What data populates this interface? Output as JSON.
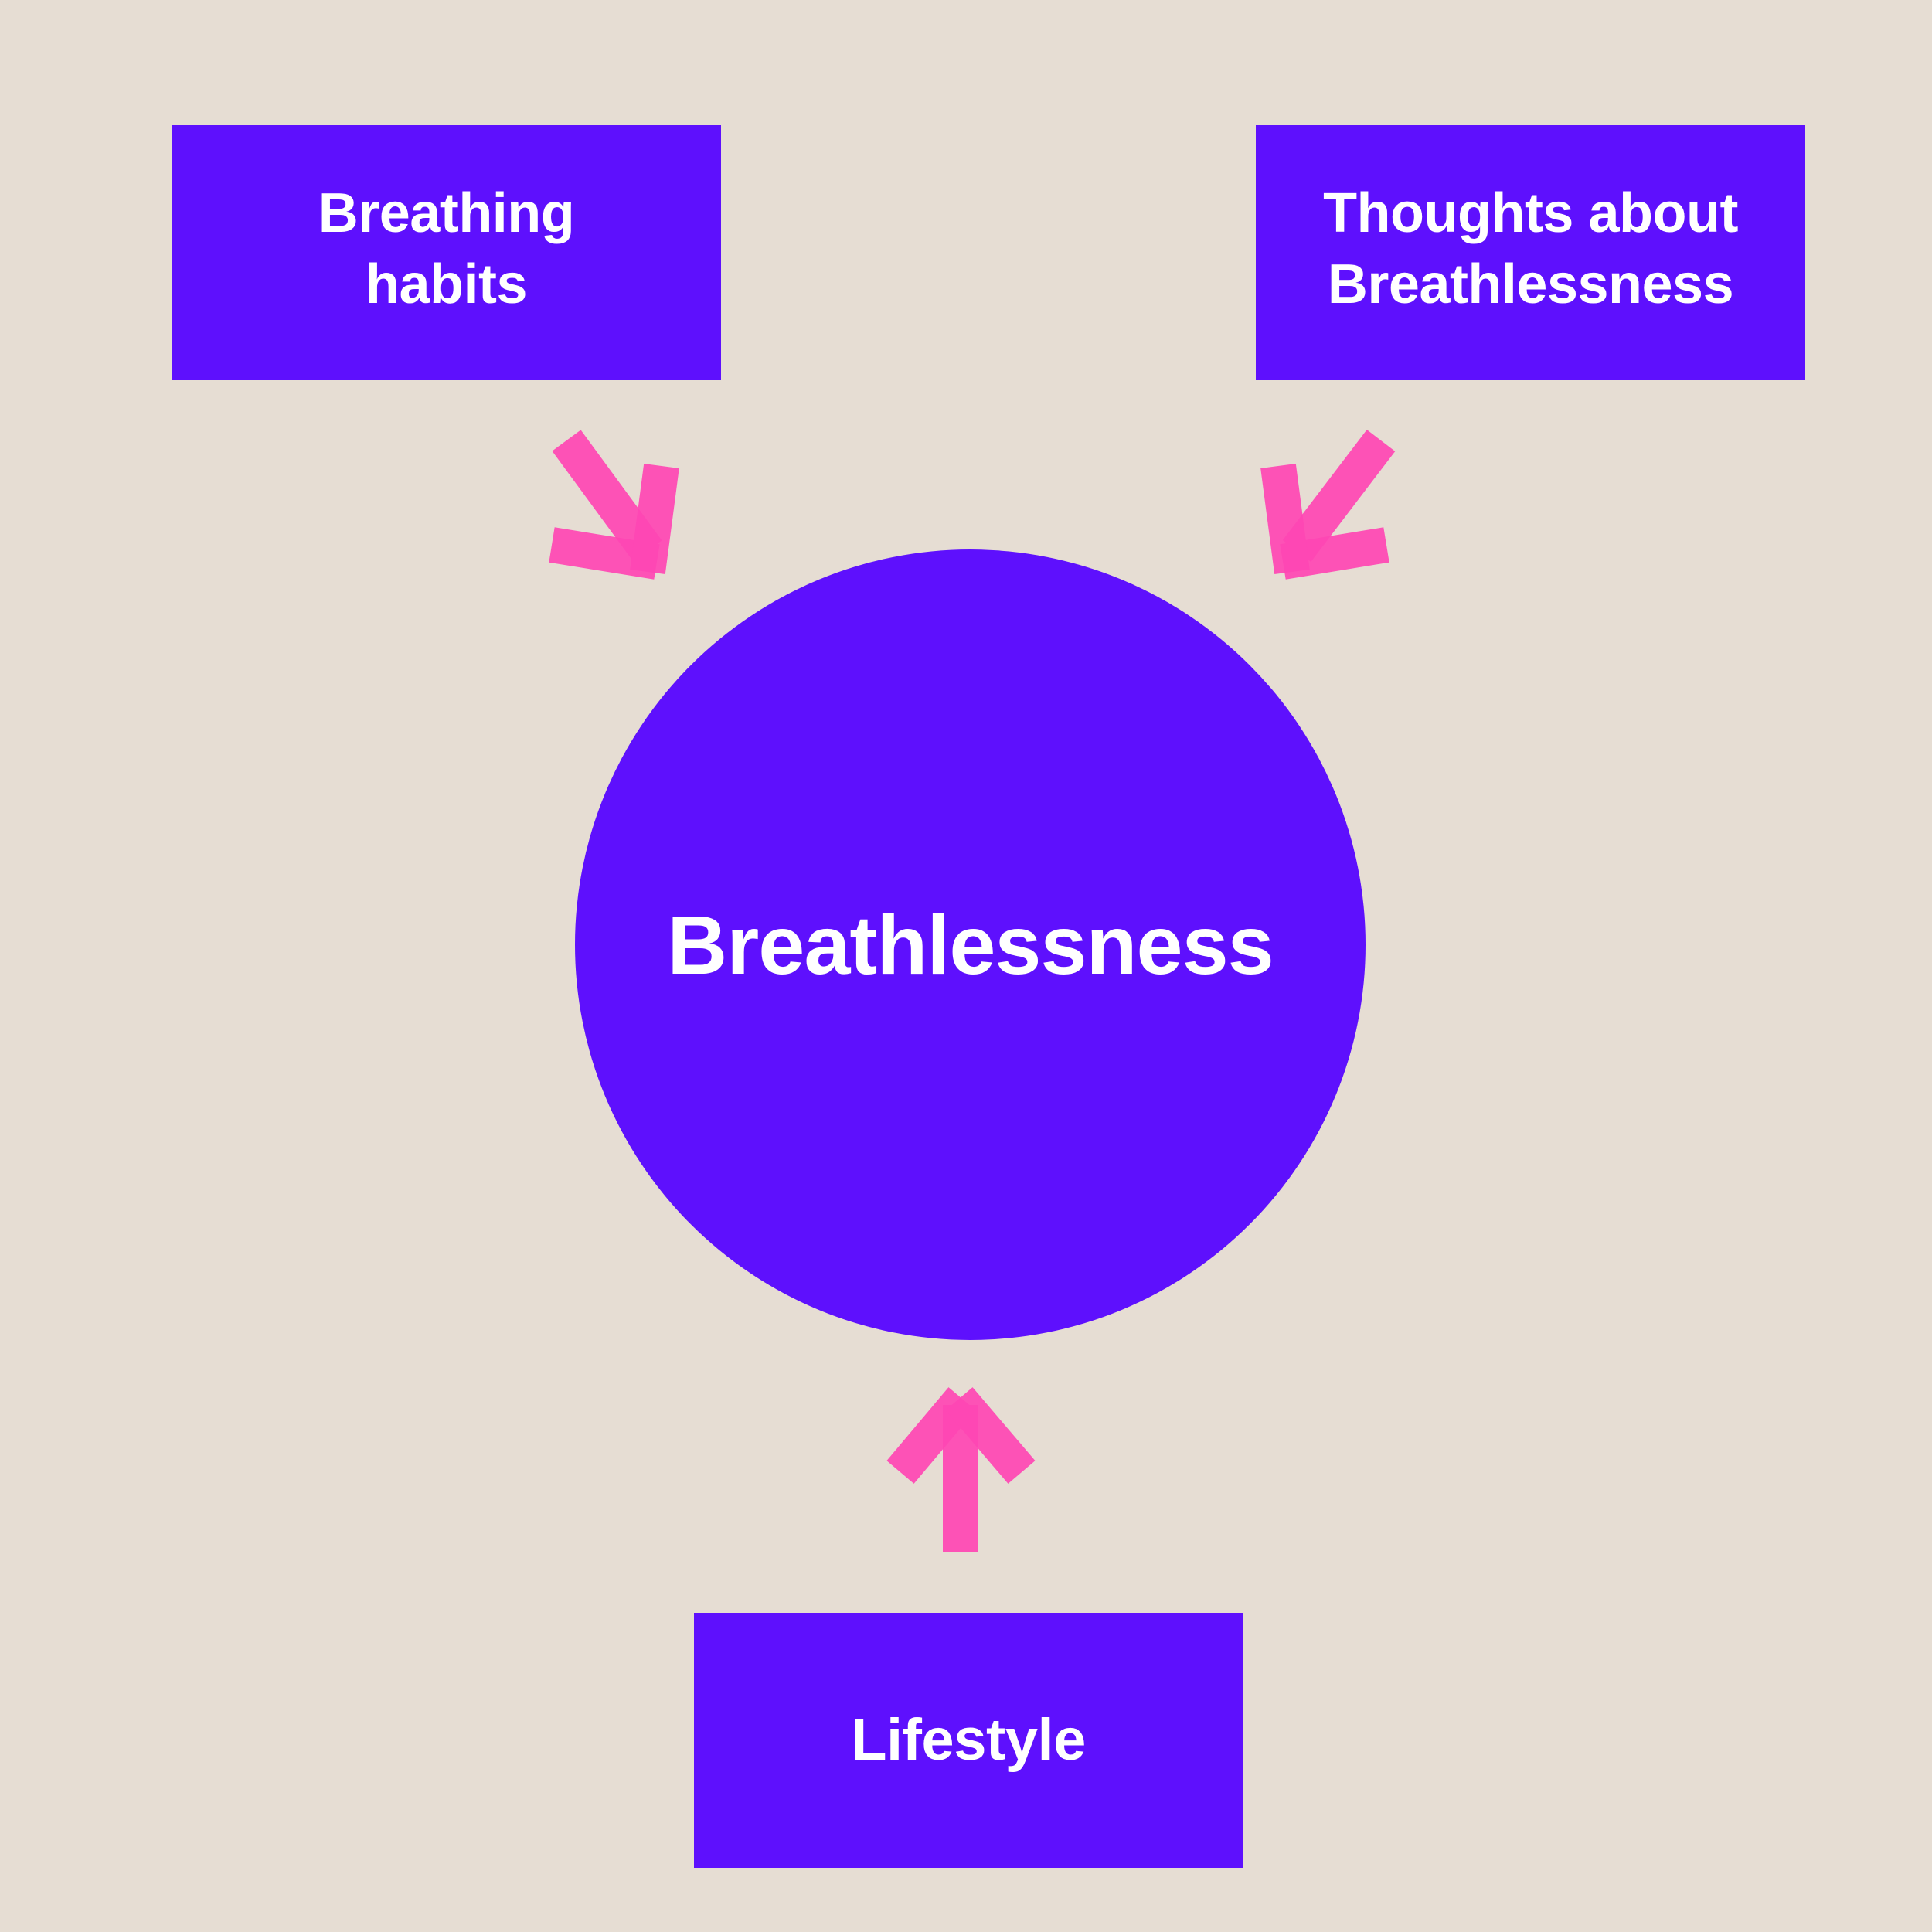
{
  "colors": {
    "background": "#e6ddd3",
    "shape_fill": "#5e10fd",
    "text": "#ffffff",
    "arrow": "#ff47b4"
  },
  "diagram": {
    "center": {
      "label": "Breathlessness"
    },
    "factors": [
      {
        "id": "breathing",
        "label": "Breathing\nhabits",
        "arrow_to": "center"
      },
      {
        "id": "thoughts",
        "label": "Thoughts about\nBreathlessness",
        "arrow_to": "center"
      },
      {
        "id": "lifestyle",
        "label": "Lifestyle",
        "arrow_to": "center"
      }
    ]
  }
}
